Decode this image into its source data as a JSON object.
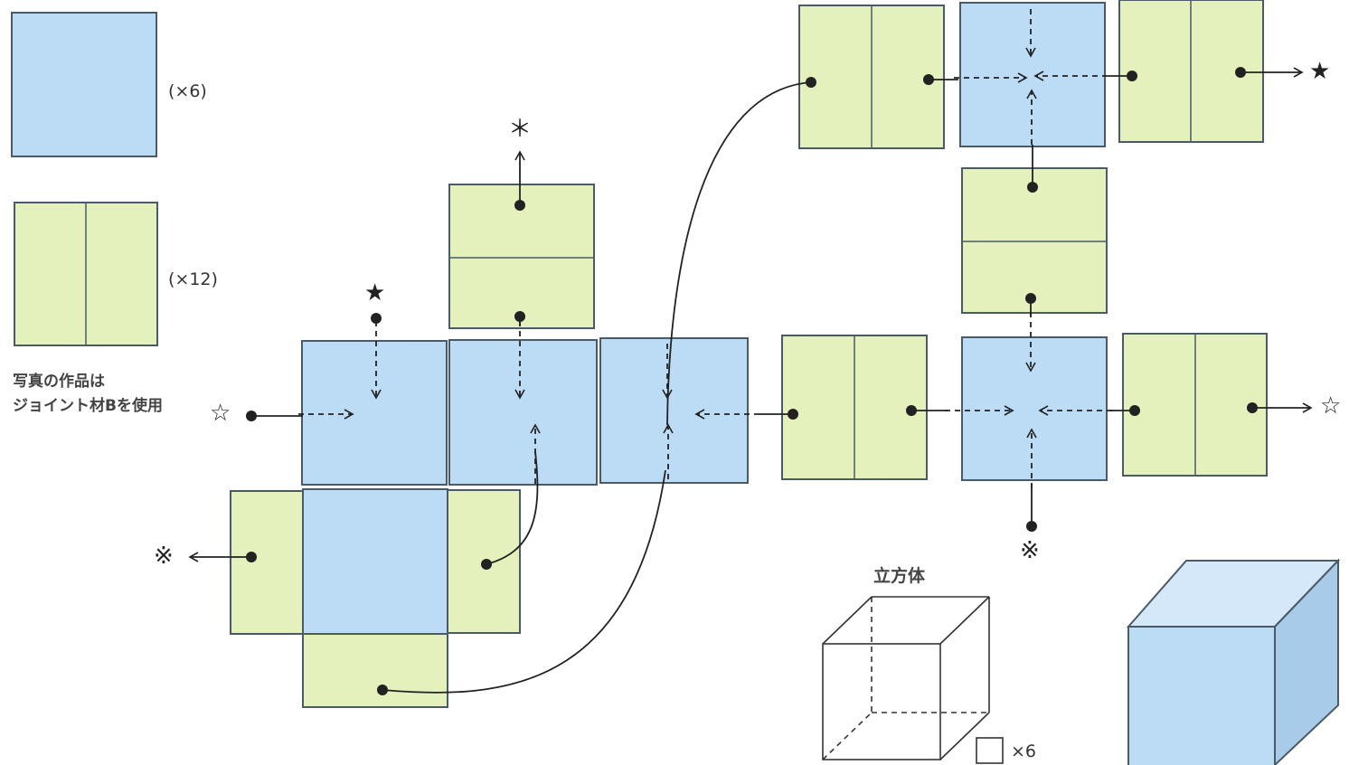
{
  "legend": {
    "blue_count": "(×6)",
    "green_count": "(×12)",
    "note_line1": "写真の作品は",
    "note_line2": "ジョイント材Bを使用"
  },
  "marks": {
    "black_star": "★",
    "white_star": "☆",
    "asterisk": "＊",
    "reference_mark": "※"
  },
  "cube": {
    "title": "立方体",
    "count": "×6"
  },
  "colors": {
    "blue_panel": "#bcdcf6",
    "green_panel": "#e4f1bd",
    "outline": "#4a5a66",
    "line": "#222222"
  }
}
